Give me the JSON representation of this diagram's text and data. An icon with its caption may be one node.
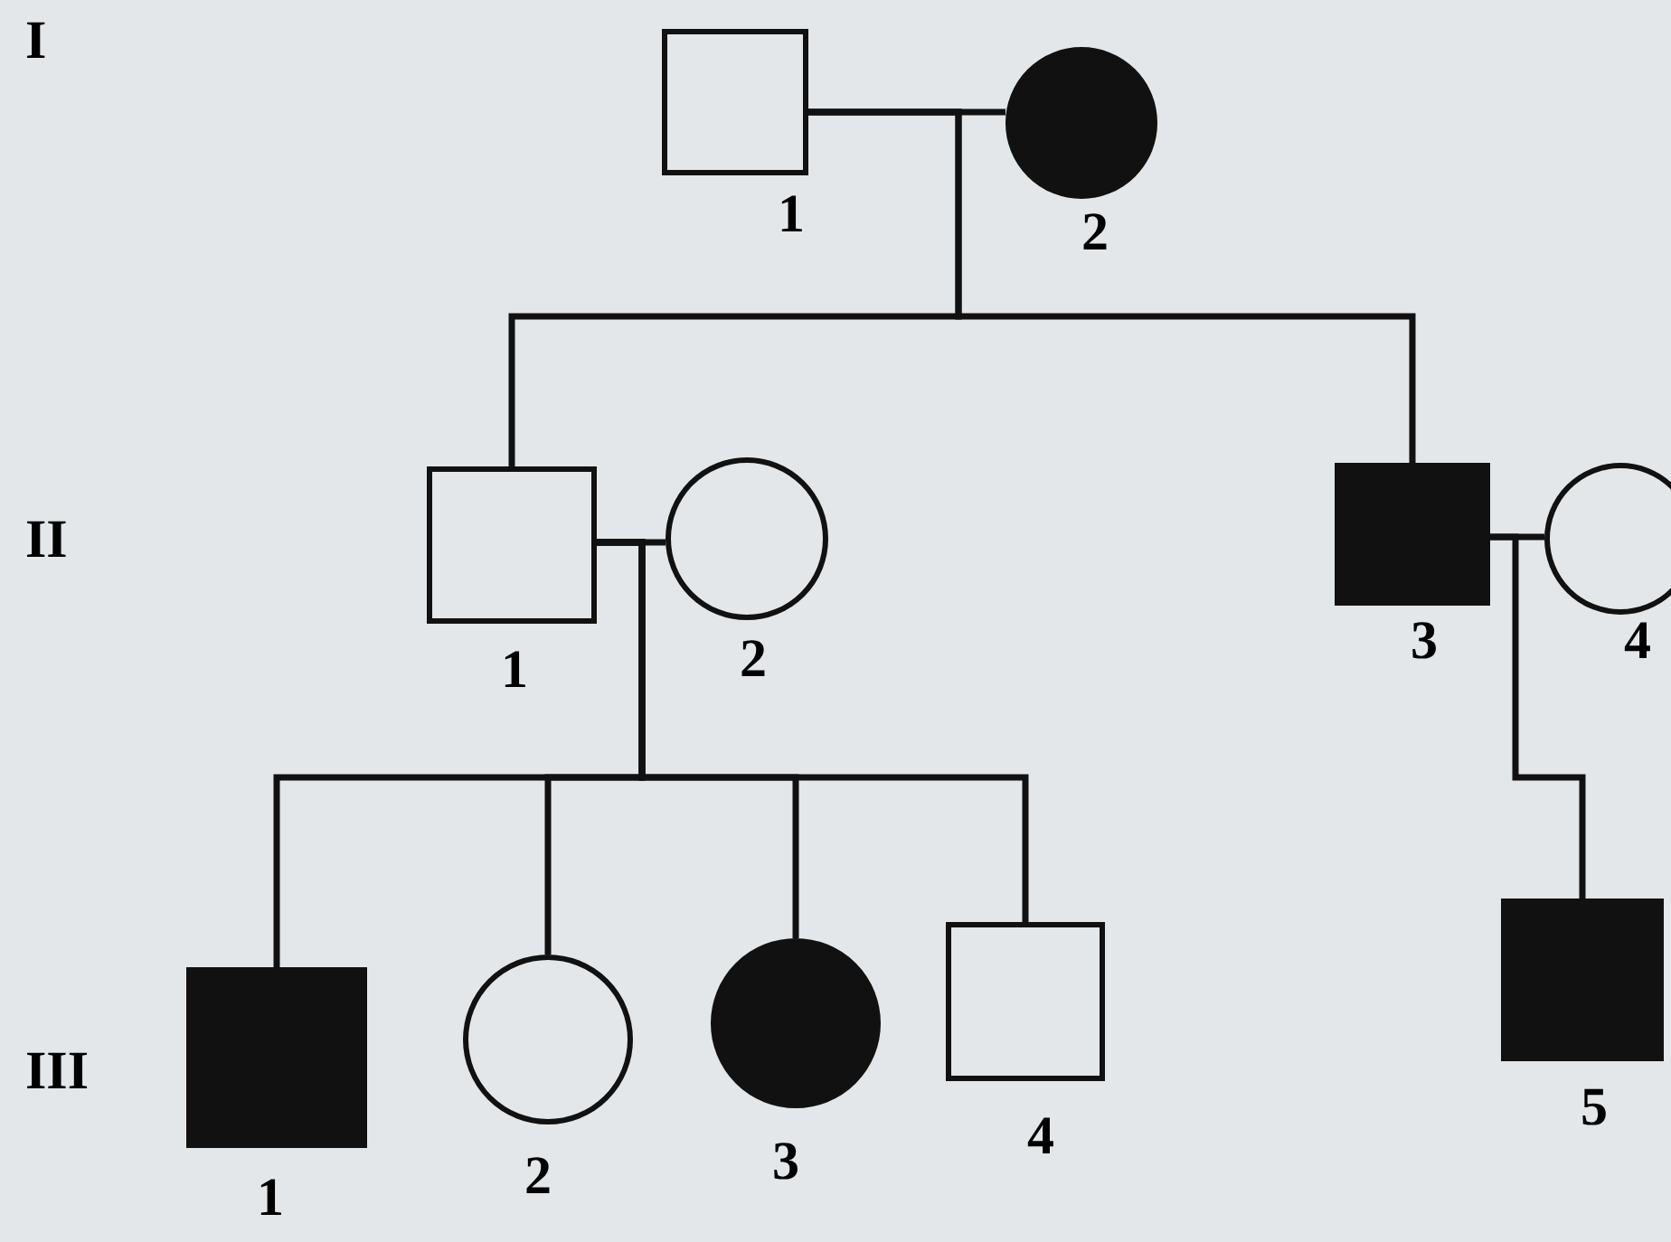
{
  "diagram": {
    "nodes": [
      {
        "text": [],
        "shape": "box",
        "beside": [
          "1"
        ]
      },
      {
        "text": [],
        "shape": "disc",
        "beside": [
          "2"
        ]
      },
      {
        "text": [],
        "shape": "box",
        "beside": [
          "1"
        ]
      },
      {
        "text": [],
        "shape": "circle",
        "beside": [
          "2"
        ]
      },
      {
        "text": [],
        "shape": "block",
        "beside": [
          "3"
        ]
      },
      {
        "text": [],
        "shape": "circle",
        "beside": [
          "4"
        ]
      },
      {
        "text": [],
        "shape": "block",
        "beside": [
          "1"
        ]
      },
      {
        "text": [],
        "shape": "circle",
        "beside": [
          "2"
        ]
      },
      {
        "text": [],
        "shape": "disc",
        "beside": [
          "3"
        ]
      },
      {
        "text": [],
        "shape": "box",
        "beside": [
          "4"
        ]
      },
      {
        "text": [],
        "shape": "block",
        "beside": [
          "5"
        ]
      }
    ],
    "edges": [
      {
        "from": 0,
        "to": 1,
        "arrow": "none"
      },
      {
        "from": 0,
        "to": 2,
        "arrow": "none"
      },
      {
        "from": 0,
        "to": 4,
        "arrow": "none"
      },
      {
        "from": 2,
        "to": 3,
        "arrow": "none"
      },
      {
        "from": 4,
        "to": 5,
        "arrow": "none"
      },
      {
        "from": 2,
        "to": 6,
        "arrow": "none"
      },
      {
        "from": 2,
        "to": 7,
        "arrow": "none"
      },
      {
        "from": 2,
        "to": 8,
        "arrow": "none"
      },
      {
        "from": 2,
        "to": 9,
        "arrow": "none"
      },
      {
        "from": 4,
        "to": 10,
        "arrow": "none"
      }
    ],
    "labels": [
      "I",
      "II",
      "III"
    ]
  }
}
